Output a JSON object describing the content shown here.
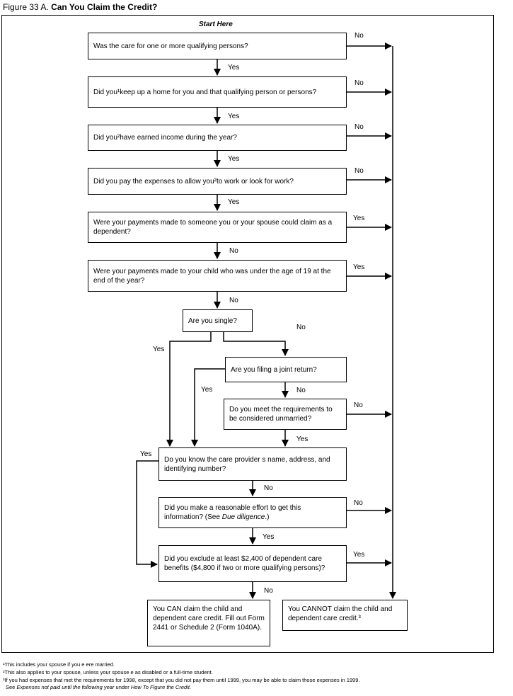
{
  "figure_label": "Figure 33 A.",
  "figure_title": "Can You Claim the Credit?",
  "start": "Start Here",
  "boxes": {
    "q1": "Was the care for one or more qualifying persons?",
    "q2": "Did you¹keep up a home for you and that qualifying person or persons?",
    "q3": "Did you²have earned income during the year?",
    "q4": "Did you pay the expenses to allow you²to work or look for work?",
    "q5": "Were your payments made to someone you or your spouse could claim as a dependent?",
    "q6": "Were your payments made to your child who was under the age of 19 at the end of the year?",
    "q7": "Are you single?",
    "q8": "Are you filing a joint return?",
    "q9": "Do you meet the requirements to be considered unmarried?",
    "q10": "Do you know the care provider s name, address, and identifying number?",
    "q11a": "Did you make a reasonable effort to get this information? (See ",
    "q11b": "Due diligence",
    "q11c": ".)",
    "q12": "Did you exclude at least $2,400 of dependent care benefits ($4,800 if two or more qualifying persons)?",
    "can": "You CAN claim the child and dependent care credit. Fill out Form 2441 or Schedule 2 (Form 1040A).",
    "cannot": "You CANNOT claim the child and dependent care credit.³"
  },
  "labels": {
    "yes": "Yes",
    "no": "No"
  },
  "footnotes": {
    "f1": "¹This includes your spouse if you e ere married.",
    "f2": "²This also applies to your spouse, unless your spouse e as disabled or a full-time student.",
    "f3": "³If you had expenses that met the requirements for 1998, except that you did not pay them until 1999, you may be able to claim those expenses in 1999.",
    "f4a": "See ",
    "f4b": "Expenses not paid until the following year",
    "f4c": " under ",
    "f4d": "How To Figure the Credit",
    "f4e": "."
  }
}
